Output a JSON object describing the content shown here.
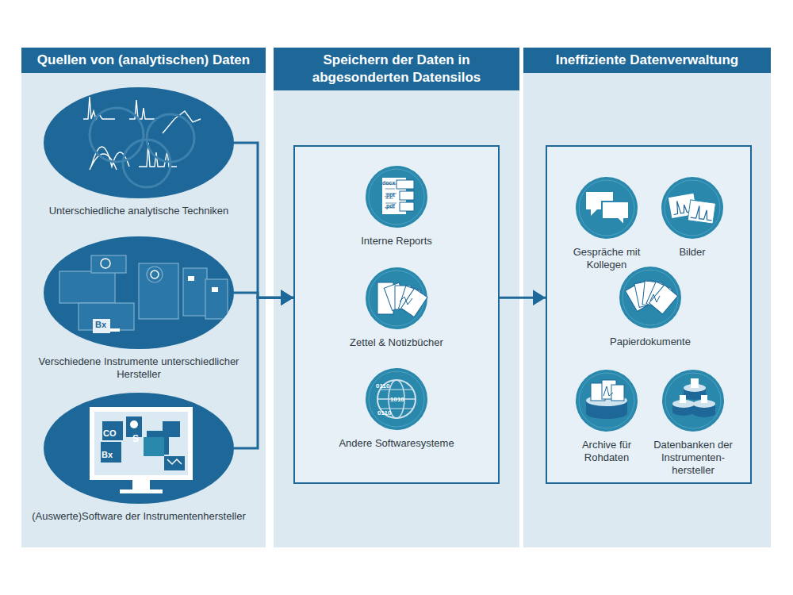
{
  "diagram": {
    "nodes": [
      {
        "text": [
          "Quellen von (analytischen) Daten"
        ]
      },
      {
        "text": [
          "Unterschiedliche analytische Techniken"
        ],
        "in": 0
      },
      {
        "text": [
          "Verschiedene Instrumente unterschiedlicher Hersteller"
        ],
        "in": 0
      },
      {
        "text": [
          "(Auswerte)Software der Instrumentenhersteller"
        ],
        "in": 0
      },
      {
        "text": [
          "Speichern der Daten in abgesonderten Datensilos"
        ]
      },
      {
        "text": [
          "Interne Reports"
        ],
        "in": 4
      },
      {
        "text": [
          "Zettel & Notizbücher"
        ],
        "in": 4
      },
      {
        "text": [
          "Andere Softwaresysteme"
        ],
        "in": 4
      },
      {
        "text": [
          "Ineffiziente Datenverwaltung"
        ]
      },
      {
        "text": [
          "Gespräche mit Kollegen"
        ],
        "in": 8
      },
      {
        "text": [
          "Bilder"
        ],
        "in": 8
      },
      {
        "text": [
          "Papierdokumente"
        ],
        "in": 8
      },
      {
        "text": [
          "Archive für Rohdaten"
        ],
        "in": 8
      },
      {
        "text": [
          "Datenbanken der Instrumenten- hersteller"
        ],
        "in": 8
      }
    ],
    "edges": [
      {
        "from": 1,
        "to": 4,
        "arrow": "to"
      },
      {
        "from": 2,
        "to": 4,
        "arrow": "to"
      },
      {
        "from": 3,
        "to": 4,
        "arrow": "to"
      },
      {
        "from": 4,
        "to": 8,
        "arrow": "to"
      }
    ],
    "labels": [
      ".docx",
      ".ppt",
      ".pdf",
      "0110",
      "1010",
      "0110",
      "Bx",
      "CO",
      "Bx",
      "S"
    ]
  }
}
